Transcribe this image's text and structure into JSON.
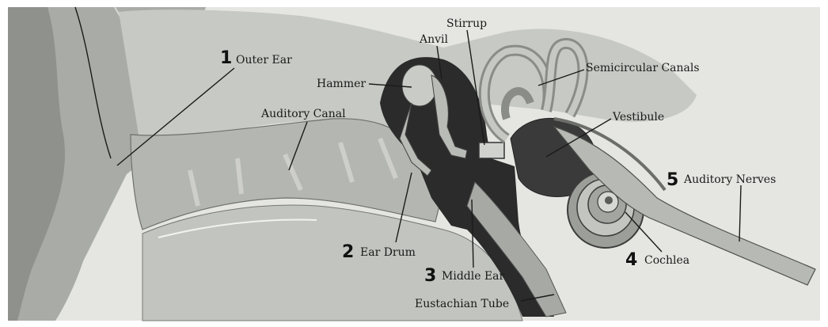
{
  "diagram": {
    "labels": {
      "outer_ear_num": "1",
      "outer_ear": "Outer Ear",
      "auditory_canal": "Auditory Canal",
      "hammer": "Hammer",
      "anvil": "Anvil",
      "stirrup": "Stirrup",
      "semicircular_canals": "Semicircular Canals",
      "vestibule": "Vestibule",
      "auditory_nerves_num": "5",
      "auditory_nerves": "Auditory Nerves",
      "cochlea_num": "4",
      "cochlea": "Cochlea",
      "ear_drum_num": "2",
      "ear_drum": "Ear Drum",
      "middle_ear_num": "3",
      "middle_ear": "Middle Ear",
      "eustachian_tube": "Eustachian Tube"
    },
    "colors": {
      "paper": "#e7e8e4",
      "tissue": "#bfc1bc",
      "tissue_dark": "#8e908b",
      "cavity": "#2b2b2b",
      "line": "#1b1b1b"
    }
  }
}
